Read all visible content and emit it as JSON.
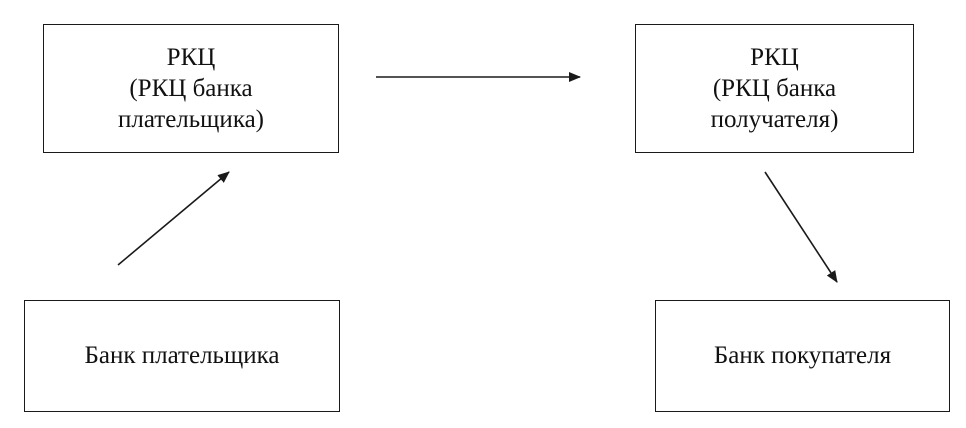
{
  "boxes": {
    "rkc_payer": {
      "line1": "РКЦ",
      "line2": "(РКЦ банка",
      "line3": "плательщика)"
    },
    "rkc_receiver": {
      "line1": "РКЦ",
      "line2": "(РКЦ банка",
      "line3": "получателя)"
    },
    "payer_bank": {
      "label": "Банк плательщика"
    },
    "buyer_bank": {
      "label": "Банк покупателя"
    }
  },
  "colors": {
    "stroke": "#1a1a1a",
    "text": "#111111",
    "background": "#ffffff"
  }
}
